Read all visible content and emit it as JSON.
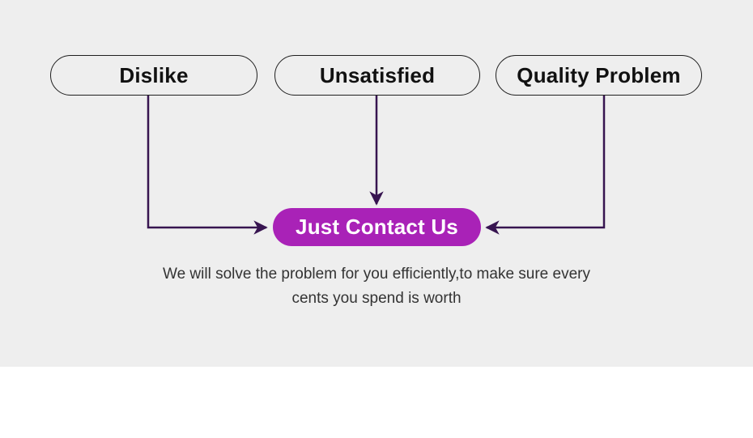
{
  "colors": {
    "page_bg": "#ffffff",
    "panel_bg": "#eeeeee",
    "accent_purple": "#a922b7",
    "arrow_dark": "#371450",
    "pill_border": "#1f1f1f",
    "pill_text": "#111111",
    "cta_text": "#ffffff",
    "caption_text": "#333333"
  },
  "diagram": {
    "reasons": [
      {
        "label": "Dislike"
      },
      {
        "label": "Unsatisfied"
      },
      {
        "label": "Quality Problem"
      }
    ],
    "cta": {
      "label": "Just Contact Us"
    },
    "caption": {
      "line1": "We will solve the problem for you efficiently,to make sure every",
      "line2": "cents you spend is worth"
    }
  }
}
